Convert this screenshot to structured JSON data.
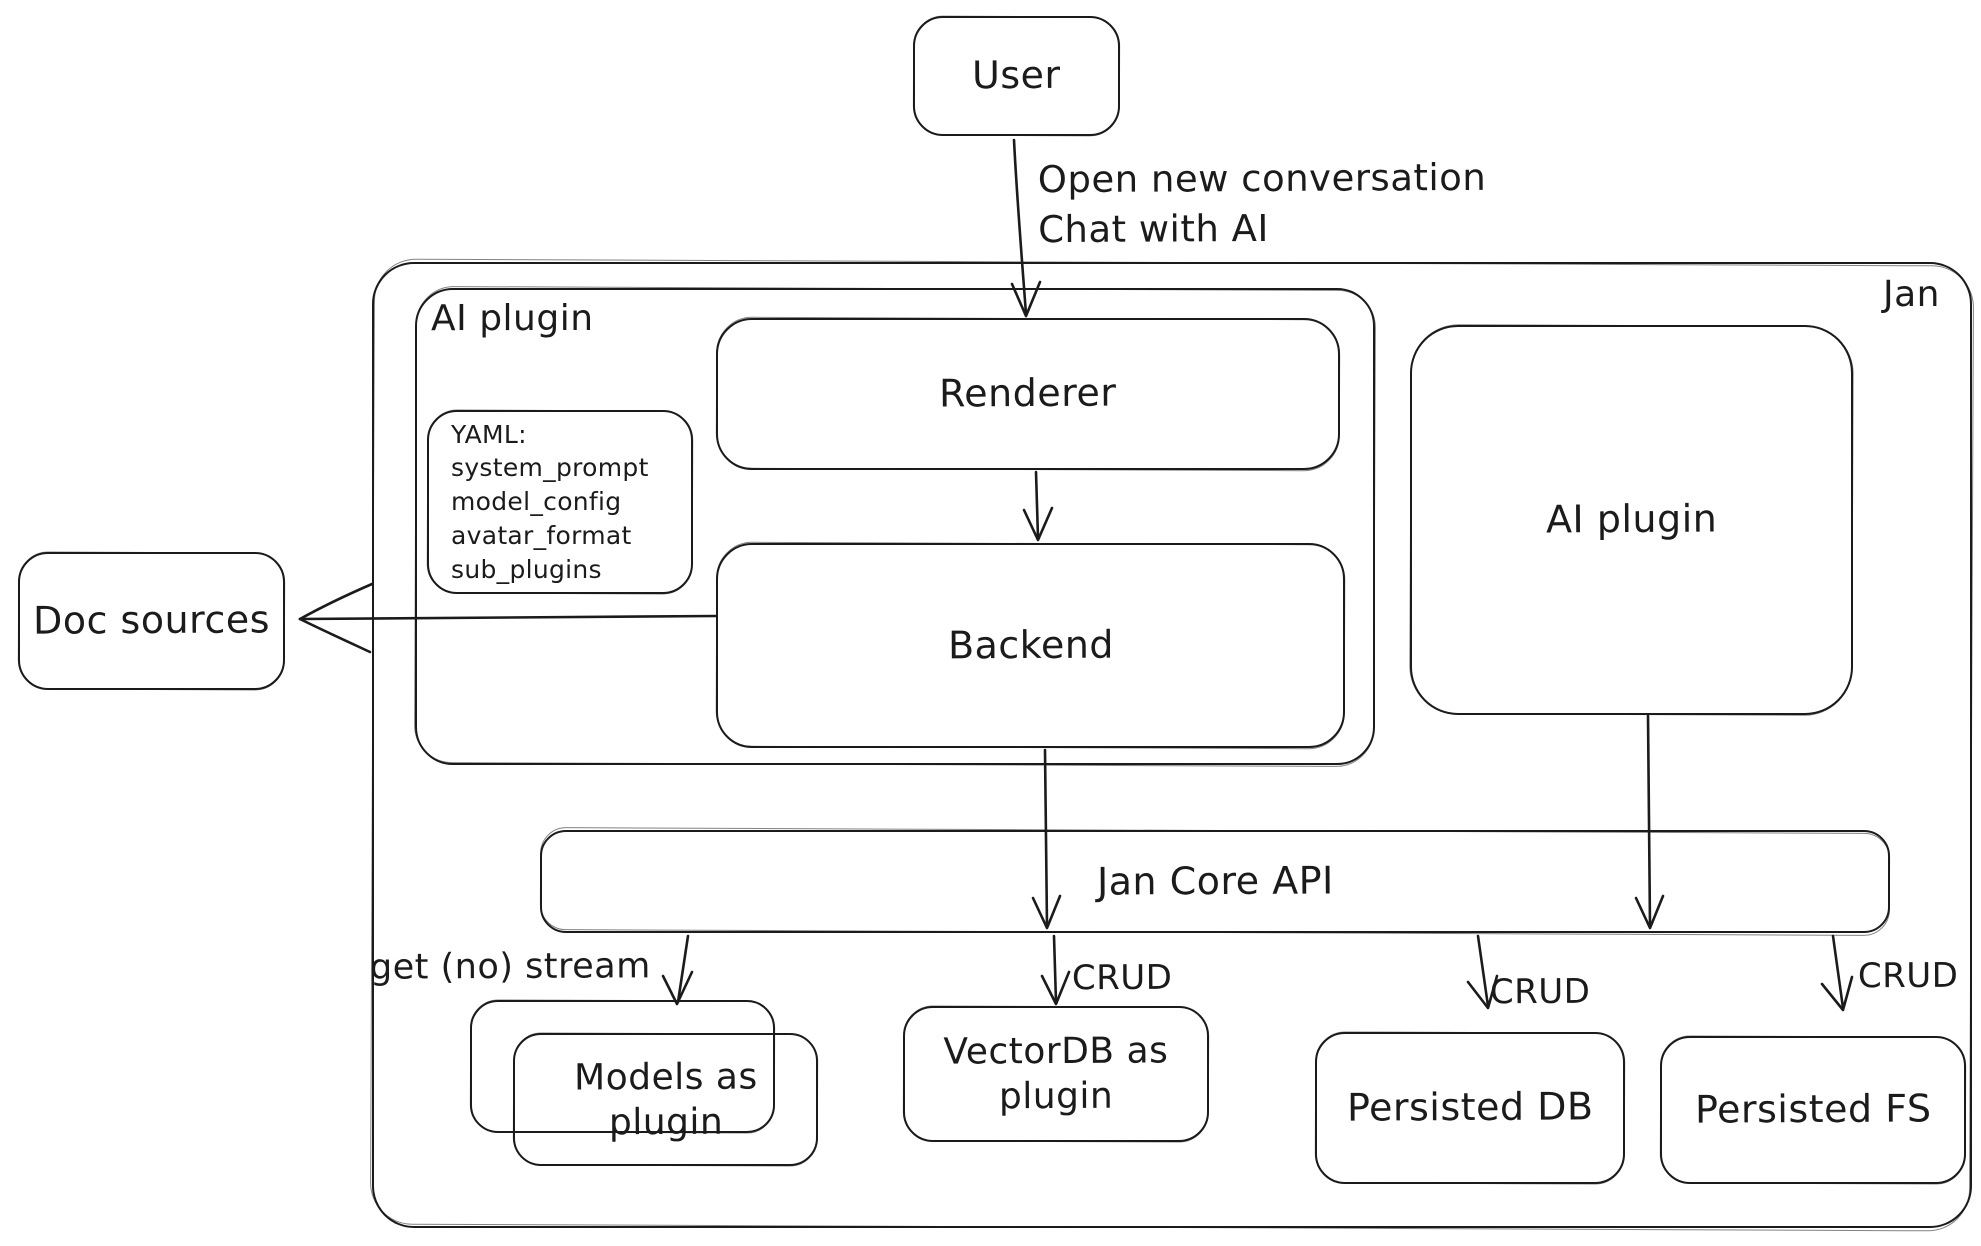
{
  "diagram": {
    "colors": {
      "stroke": "#1b1b1b",
      "background": "#ffffff"
    },
    "nodes": {
      "user": {
        "label": "User"
      },
      "jan": {
        "label": "Jan"
      },
      "ai_plugin_group": {
        "label": "AI plugin"
      },
      "renderer": {
        "label": "Renderer"
      },
      "yaml_note": {
        "text": "YAML:\nsystem_prompt\nmodel_config\navatar_format\nsub_plugins"
      },
      "backend": {
        "label": "Backend"
      },
      "doc_sources": {
        "label": "Doc sources"
      },
      "ai_plugin_right": {
        "label": "AI plugin"
      },
      "jan_core_api": {
        "label": "Jan Core API"
      },
      "models_plugin": {
        "label": "Models as plugin"
      },
      "vectordb_plugin": {
        "label": "VectorDB as plugin"
      },
      "persisted_db": {
        "label": "Persisted DB"
      },
      "persisted_fs": {
        "label": "Persisted FS"
      }
    },
    "edges": {
      "user_to_renderer": {
        "label": "Open new conversation\nChat with AI"
      },
      "core_to_models": {
        "label": "get (no) stream"
      },
      "core_to_vectordb": {
        "label": "CRUD"
      },
      "core_to_persisted_db": {
        "label": "CRUD"
      },
      "core_to_persisted_fs": {
        "label": "CRUD"
      }
    }
  }
}
